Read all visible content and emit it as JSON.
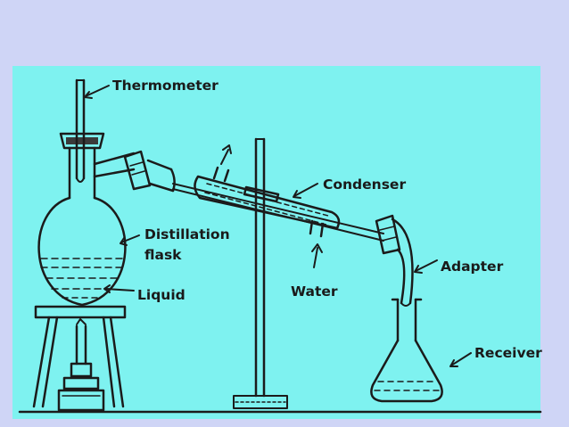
{
  "labels": {
    "thermometer": "Thermometer",
    "condenser": "Condenser",
    "distillation_line1": "Distillation",
    "distillation_line2": "flask",
    "liquid": "Liquid",
    "water": "Water",
    "adapter": "Adapter",
    "receiver": "Receiver"
  },
  "colors": {
    "slide_background": "#cfd5f6",
    "diagram_background": "#7ef2f0",
    "ink": "#1b1b1b"
  }
}
